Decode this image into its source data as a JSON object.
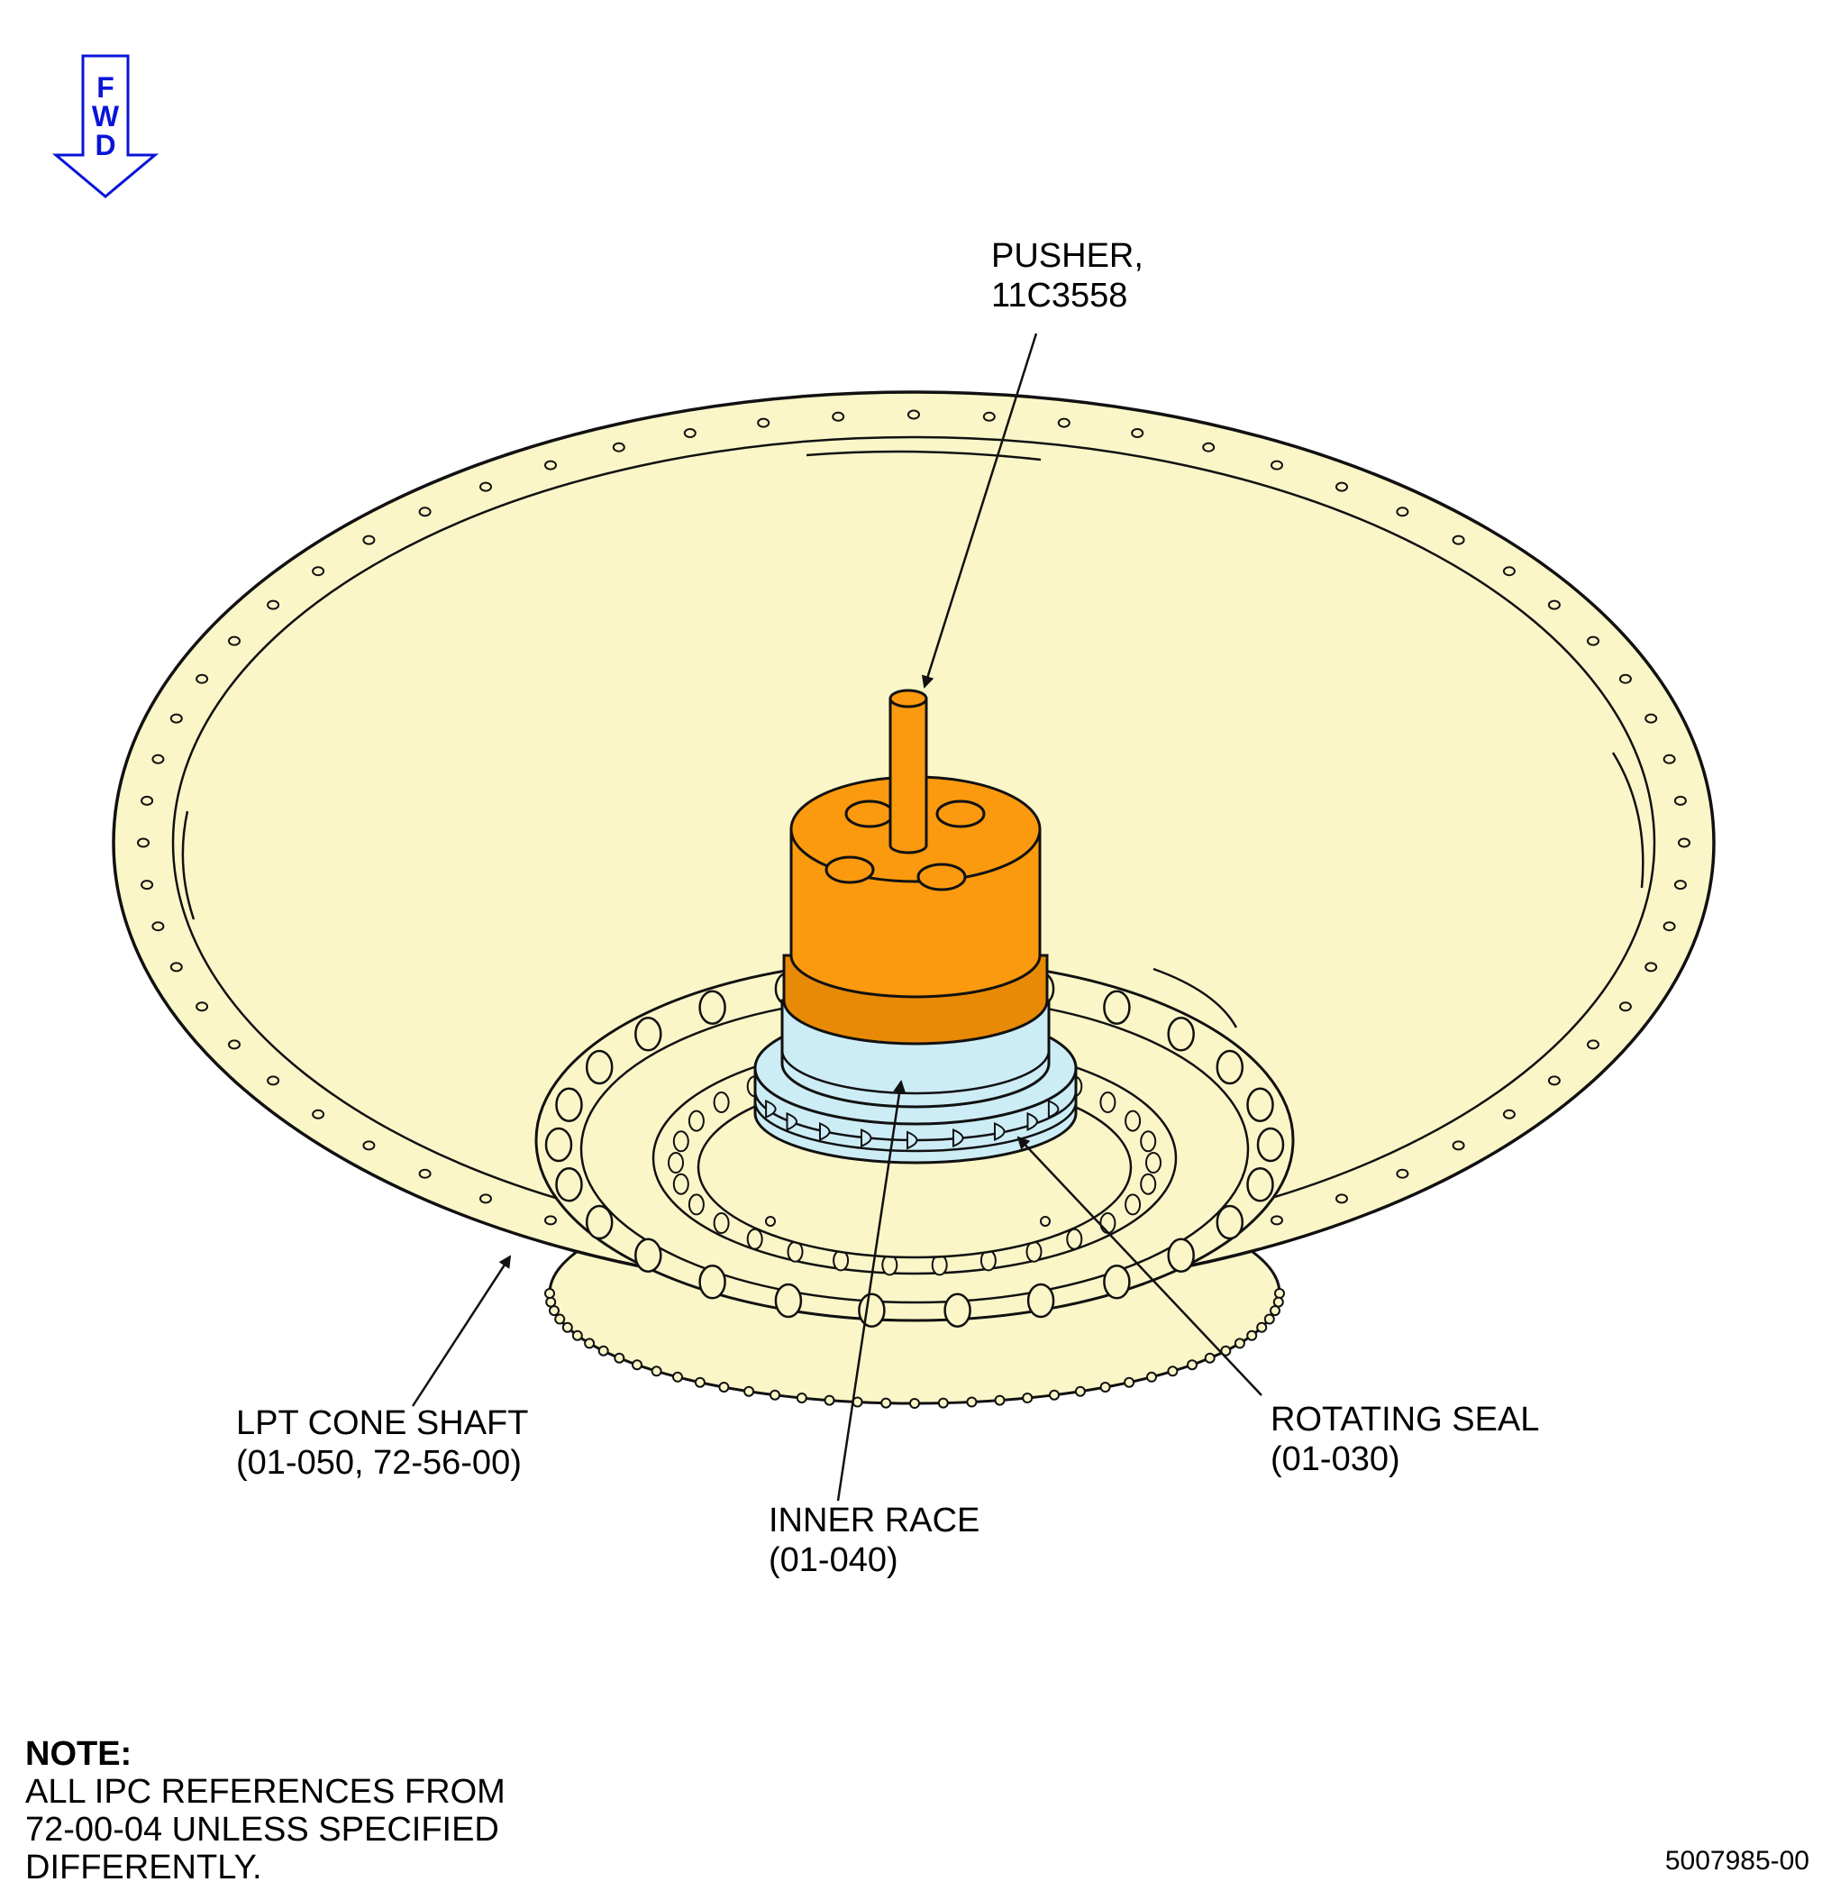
{
  "fwd_indicator": {
    "letters": [
      "F",
      "W",
      "D"
    ],
    "color": "#0a14d8"
  },
  "colors": {
    "cone": "#fbf6c8",
    "pusher": "#fb9a0e",
    "pusher_dark": "#e98a06",
    "seal": "#cdedf6",
    "outline": "#111111"
  },
  "callouts": {
    "pusher": [
      "PUSHER,",
      "11C3558"
    ],
    "lpt_cone_shaft": [
      "LPT CONE SHAFT",
      "(01-050, 72-56-00)"
    ],
    "inner_race": [
      "INNER RACE",
      "(01-040)"
    ],
    "rotating_seal": [
      "ROTATING SEAL",
      "(01-030)"
    ]
  },
  "note": {
    "heading": "NOTE:",
    "lines": [
      "ALL IPC REFERENCES FROM",
      "72-00-04 UNLESS SPECIFIED",
      "DIFFERENTLY."
    ]
  },
  "figure_number": "5007985-00"
}
